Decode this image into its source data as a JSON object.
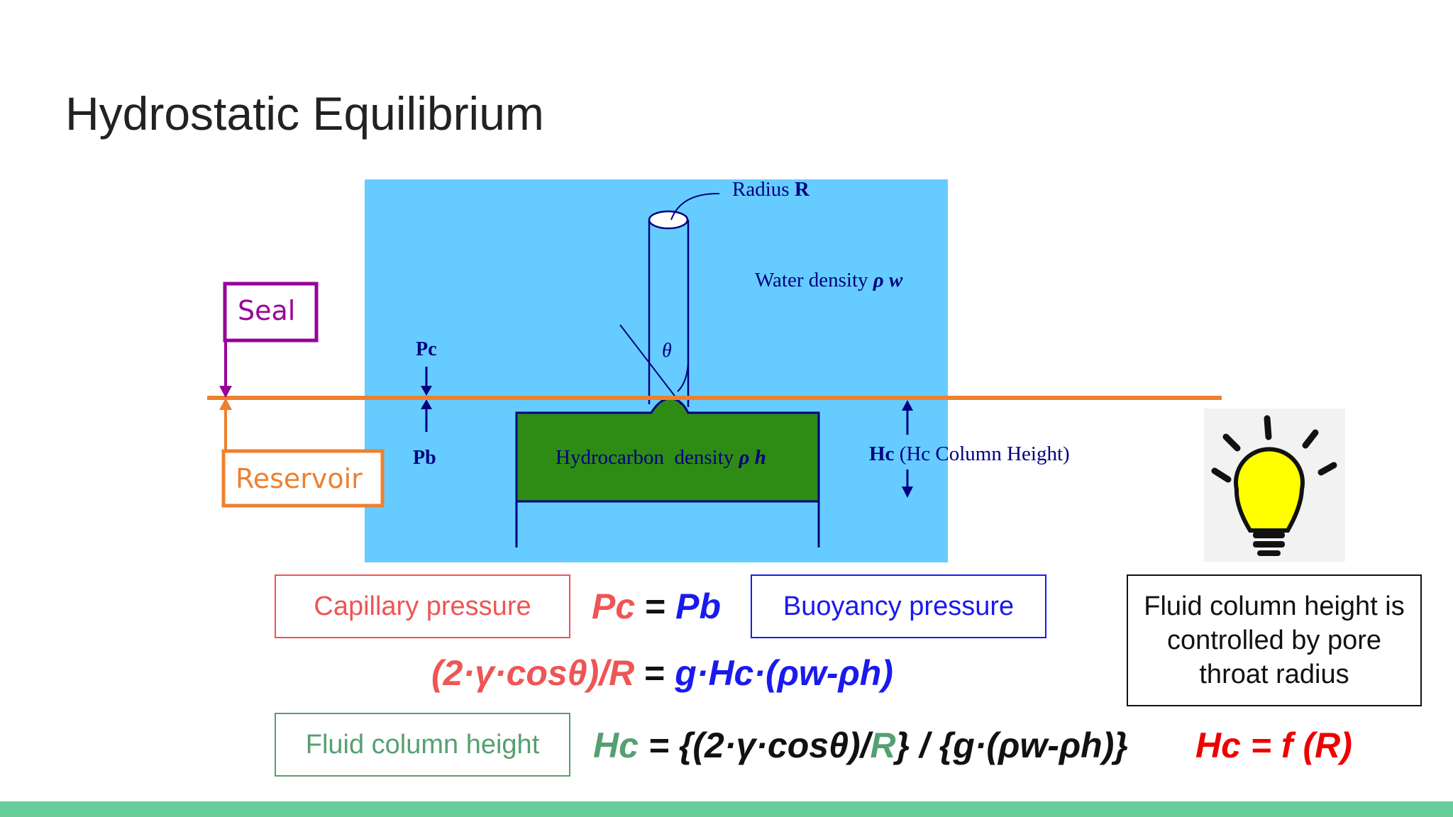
{
  "title": "Hydrostatic Equilibrium",
  "diagram": {
    "radius_label": "Radius ",
    "radius_symbol": "R",
    "water_label": "Water density ",
    "water_symbol": "ρ w",
    "theta": "θ",
    "pc_label": "Pc",
    "pb_label": "Pb",
    "hydrocarbon_label": "Hydrocarbon  density ",
    "hydrocarbon_symbol": "ρ h",
    "hc_symbol": "Hc",
    "hc_label": " (Hc Column Height)",
    "seal_label": "Seal",
    "reservoir_label": "Reservoir"
  },
  "boxes": {
    "capillary": "Capillary pressure",
    "buoyancy": "Buoyancy pressure",
    "fluid_height": "Fluid column height",
    "note": "Fluid column height is controlled by pore throat radius"
  },
  "equations": {
    "eq1_left": "Pc",
    "eq1_mid": " = ",
    "eq1_right": "Pb",
    "eq2_left": "(2·γ·cosθ)/R",
    "eq2_mid": " = ",
    "eq2_right": "g·Hc·(ρw-ρh)",
    "eq3_hc": "Hc",
    "eq3_a": " = {(2·γ·cosθ)/",
    "eq3_r": "R",
    "eq3_b": "} / {g·(ρw-ρh)}",
    "eq4": "Hc = f (R)"
  },
  "colors": {
    "water": "#66ccff",
    "hydrocarbon": "#2e8b14",
    "navy": "#000080",
    "seal": "#990099",
    "reservoir": "#ee8030",
    "red": "#ee5555",
    "blue": "#1a1aee",
    "green": "#55a070",
    "bright_red": "#ee0000",
    "footer": "#66cc99"
  }
}
